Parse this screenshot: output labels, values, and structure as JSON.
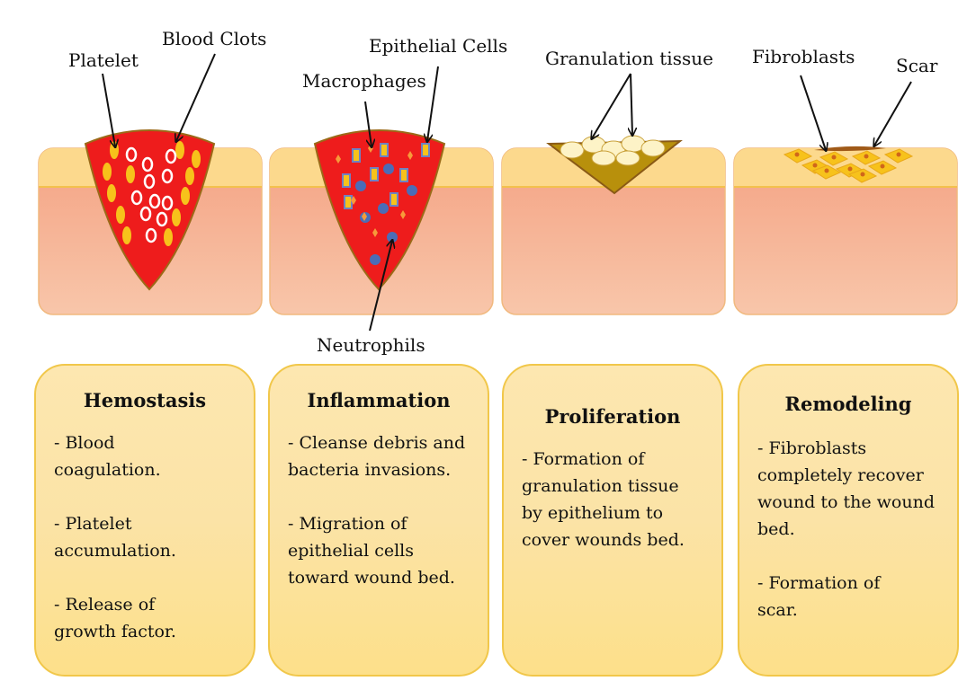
{
  "labels": {
    "platelet": "Platelet",
    "blood_clots": "Blood Clots",
    "epithelial_cells": "Epithelial Cells",
    "macrophages": "Macrophages",
    "granulation_tissue": "Granulation tissue",
    "fibroblasts": "Fibroblasts",
    "scar": "Scar",
    "neutrophils": "Neutrophils"
  },
  "stages": [
    {
      "title": "Hemostasis",
      "points": [
        "- Blood coagulation.",
        "- Platelet accumulation.",
        "- Release of growth factor."
      ]
    },
    {
      "title": "Inflammation",
      "points": [
        "- Cleanse debris and bacteria invasions.",
        "- Migration of epithelial cells toward wound bed."
      ]
    },
    {
      "title": "Proliferation",
      "points": [
        "- Formation of granulation tissue by epithelium to cover wounds bed."
      ]
    },
    {
      "title": "Remodeling",
      "points": [
        "- Fibroblasts completely recover wound to the wound bed.",
        "- Formation of scar."
      ]
    }
  ],
  "colors": {
    "wound_blood": "#ee1c1c",
    "skin_top": "#fbd88e",
    "skin_bottom": "#f4a886",
    "granulation": "#b8900c",
    "card_border": "#f1c74a"
  }
}
